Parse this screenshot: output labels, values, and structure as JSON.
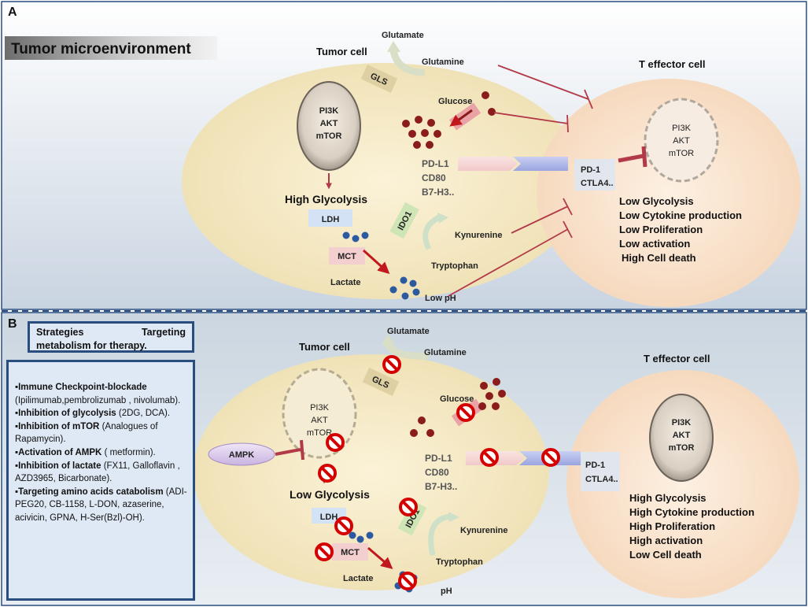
{
  "panel_a": {
    "letter": "A",
    "banner": "Tumor microenvironment",
    "tumor_cell": "Tumor cell",
    "t_cell": "T effector cell",
    "glutamate": "Glutamate",
    "glutamine": "Glutamine",
    "gls": "GLS",
    "glucose": "Glucose",
    "nucleus_lines": [
      "PI3K",
      "AKT",
      "mTOR"
    ],
    "glycolysis": "High Glycolysis",
    "ldh": "LDH",
    "mct": "MCT",
    "lactate": "Lactate",
    "ph": "Low pH",
    "ido1": "IDO1",
    "kynurenine": "Kynurenine",
    "tryptophan": "Tryptophan",
    "ligands": [
      "PD-L1",
      "CD80",
      "B7-H3.."
    ],
    "receptors": [
      "PD-1",
      "CTLA4.."
    ],
    "t_nucleus_lines": [
      "PI3K",
      "AKT",
      "mTOR"
    ],
    "t_effects": [
      "Low Glycolysis",
      "Low Cytokine production",
      "Low Proliferation",
      "Low activation",
      "High Cell death"
    ]
  },
  "panel_b": {
    "letter": "B",
    "strategies_title_1a": "Strategies",
    "strategies_title_1b": "Targeting",
    "strategies_title_2": "metabolism for therapy.",
    "strategies": [
      {
        "bold": "Immune Checkpoint-blockade",
        "rest": "(Ipilimumab,pembrolizumab , nivolumab)."
      },
      {
        "bold": "Inhibition of glycolysis",
        "rest": "(2DG, DCA)."
      },
      {
        "bold": "Inhibition of mTOR",
        "rest": "(Analogues of Rapamycin)."
      },
      {
        "bold": "Activation of AMPK",
        "rest": "( metformin)."
      },
      {
        "bold": "Inhibition of lactate",
        "rest": "(FX11, Galloflavin , AZD3965, Bicarbonate)."
      },
      {
        "bold": "Targeting amino acids catabolism",
        "rest": "(ADI-PEG20, CB-1158, L-DON, azaserine, acivicin, GPNA, H-Ser(Bzl)-OH)."
      }
    ],
    "tumor_cell": "Tumor cell",
    "t_cell": "T effector cell",
    "glutamate": "Glutamate",
    "glutamine": "Glutamine",
    "gls": "GLS",
    "glucose": "Glucose",
    "nucleus_lines": [
      "PI3K",
      "AKT",
      "mTOR"
    ],
    "ampk": "AMPK",
    "glycolysis": "Low Glycolysis",
    "ldh": "LDH",
    "mct": "MCT",
    "lactate": "Lactate",
    "ph": "pH",
    "ido1": "IDO1",
    "kynurenine": "Kynurenine",
    "tryptophan": "Tryptophan",
    "ligands": [
      "PD-L1",
      "CD80",
      "B7-H3.."
    ],
    "receptors": [
      "PD-1",
      "CTLA4.."
    ],
    "t_nucleus_lines": [
      "PI3K",
      "AKT",
      "mTOR"
    ],
    "t_effects": [
      "High Glycolysis",
      "High Cytokine production",
      "High Proliferation",
      "High activation",
      "Low Cell death"
    ]
  },
  "colors": {
    "inhibit_line": "#b23a48",
    "tumor_cell_fill": "#f3e6b8",
    "t_cell_fill": "#f8dcc4",
    "glucose_dot": "#8b1c1c",
    "lactate_dot": "#2c5aa0",
    "panel_border": "#2a4d80",
    "no_sign": "#d40000"
  }
}
